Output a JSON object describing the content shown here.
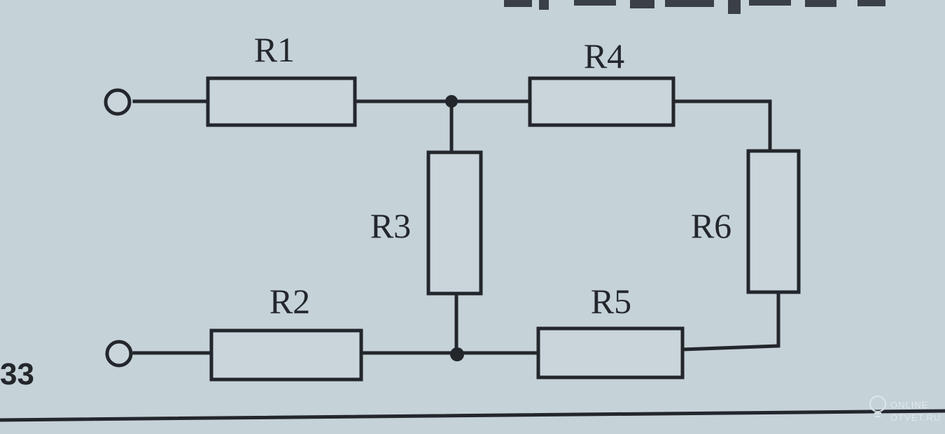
{
  "figure_number": "33",
  "resistors": [
    {
      "id": "r1",
      "label": "R1"
    },
    {
      "id": "r2",
      "label": "R2"
    },
    {
      "id": "r3",
      "label": "R3"
    },
    {
      "id": "r4",
      "label": "R4"
    },
    {
      "id": "r5",
      "label": "R5"
    },
    {
      "id": "r6",
      "label": "R6"
    }
  ],
  "watermark": {
    "line1": "ONLINE",
    "line2": "OTVET.RU"
  }
}
